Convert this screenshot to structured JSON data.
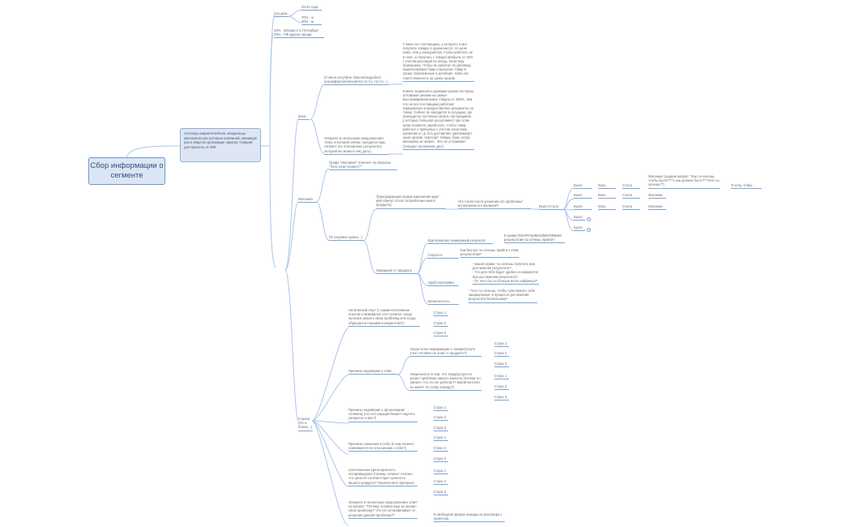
{
  "root": {
    "title": "Сбор информации о сегменте"
  },
  "segment": {
    "text": "Селлеры маркетплейсов, владельцы магазинов или оптовых компаний, минимум раз в квартал делающие закупку товаров для красоты от 50К"
  },
  "branches": {
    "social": {
      "label": "Соц.дем",
      "age": "25-44 года",
      "gender": "70% - ж\n30% - м",
      "geo": "30% - Москва и С.Петербург\n70% - РФ другие города"
    },
    "pain": {
      "label": "Боли",
      "q1": "(У меня нету/Мне тяжело/неудобно/ некомфортно/непонятно то-то, что-то...)",
      "a1": "У меня нет поставщика, у которого я мог покупать товары в одном месте, по цене ниже, чем у конкурентов, чтобы работать не в ноль, а получать с товара прибыль от 40% с учетом расходов на склад, логистику, перехранку. Чтобы он работал по договору, компенсировал брак и высылал товар в сроки, прописанные в договоре, либо нес ответственность за сроки сроков.",
      "q2": "Опишите в нескольких предложениях точку, в которой сейчас находится ваш сегмент (по отношению к результату, который вы можете ему дать)",
      "a2": "Клиент недоволен срывами сроков поставок, оптовыми ценами на самые высокомаржинальные товары от 300%, тем, что не все поставщики работают официально и предоставляют документы на товар. Сейчас он находится в ситуации, где приходится постоянно искать поставщиков, у которых большой ассортимент при этом цены позволят заработать, чтобы товар работал с прибылью с учетом логистики, хранения и т.д. Его доставляет дискомфорт срыв сроков, пересорт товара, брак, когда менеджер не может... Его не устраивает (текущее положение дел)."
    },
    "desire": {
      "label": "Желания",
      "graph_note": "Графа \"Желания\" отвечает на вопросы: \"Чего хочет клиент?\"",
      "sub_label": "(Я хочу/мне нужно...)",
      "transformation": "Трансформация (какие изменения ждет мой клиент после потребления моего продукта)",
      "after": "Что стало после решения его проблемы/ исполнения его желания?",
      "was_became": "Было-Стало",
      "rows": [
        {
          "was": "Было",
          "pain": "Боль",
          "became": "Стало",
          "desire": "Желание (задаем вопрос: \"Как ты хочешь, чтобы было?\"/\"А как должно быть?\"/\"Чего ты хочешь?\")",
          "want": "Я хочу, чтобы ..."
        },
        {
          "was": "Было",
          "pain": "Боль",
          "became": "Стало",
          "desire": "Желание"
        },
        {
          "was": "Было",
          "pain": "Боль",
          "became": "Стало",
          "desire": "Желание"
        },
        {
          "was": "Было"
        },
        {
          "was": "Было"
        }
      ],
      "product_expect": "Ожидания от продукта",
      "criteria": "Критериально измеримый результат",
      "criteria_q": "К каким ПОНЯТНЫМ/ИЗМЕРИМЫМ результатам ты хочешь прийти?",
      "speed": "Скорость",
      "speed_q": "Как быстро ты хочешь прийти к этим результатам?",
      "comfort": "Удобство/сервис",
      "comfort_q": "- Какой сервис ты хочешь получить при достижении результата?\n- Что для тебя будет удобно и комфортно при достижении результата?\n- От чего бы ты больше всего кайфанул?",
      "safety": "Безопасность",
      "safety_q": "- Чего ты хочешь, чтобы чувствовать себя защищенным, в процессе достижения результата безопасным?"
    },
    "fear": {
      "label": "Страхи (Но я боюсь...)",
      "neg_exp": "Негативный опыт (с каким негативным опытом сталкивался этот сегмент, когда пытался решить свою проблему или когда обращался к вашим конкурентам?)",
      "distrust_topic": "Причины недоверия к теме",
      "lack_info": "Недостаток информации о товаре/услуге (чего человек не знает о продукте?)",
      "confidence": "Уверенность в том, что товар/услуга не решит проблему нашего клиента (почему он уверен, что это не работает? Какой контекст он имеет по этому поводу?)",
      "distrust_org": "Причины недоверия к организации/человеку (что его смущает/может смутить конкретно в вас?)",
      "self_doubt": "Причины сомнения в себе (в чем сегмент сомневается по отношению к себе?)",
      "price_value": "Соотношение Цена-Ценность несправедливо (почему сегмент считает, что цена не соответствует ценности вашего продукта? Перечислите причины)",
      "describe": "Опишите в нескольких предложениях ответ на вопрос: \"Почему человек еще не решил свою проблему? Что его останавливает от решения данной проблемы?\"",
      "free_form": "В свободной форме выводы из разговора с клиентом.",
      "fear_labels": [
        "Страх 1",
        "Страх 2",
        "Страх 3"
      ]
    }
  },
  "colors": {
    "line": "#9dbde6",
    "underline": "#7aa4d8",
    "root_fill": "#dbe6f4",
    "root_border": "#6d96cf"
  }
}
